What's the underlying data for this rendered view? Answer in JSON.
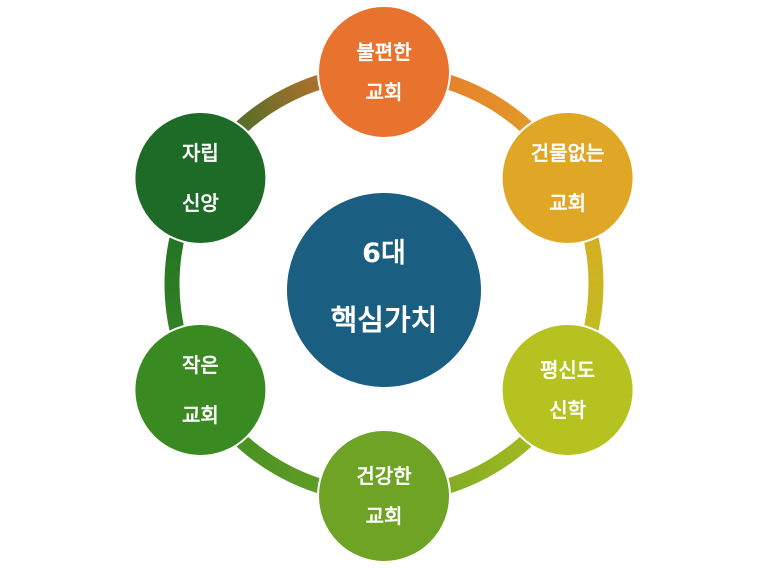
{
  "center": {
    "lines": [
      "6대",
      "핵심가치"
    ],
    "color": "#1A5E82"
  },
  "nodes": [
    {
      "lines": [
        "불편한",
        "교회"
      ],
      "color": "#E8732F"
    },
    {
      "lines": [
        "건물없는",
        "교회"
      ],
      "color": "#E0A726"
    },
    {
      "lines": [
        "평신도",
        "신학"
      ],
      "color": "#B6C21F"
    },
    {
      "lines": [
        "건강한",
        "교회"
      ],
      "color": "#6FA326"
    },
    {
      "lines": [
        "작은",
        "교회"
      ],
      "color": "#3A8A22"
    },
    {
      "lines": [
        "자립",
        "신앙"
      ],
      "color": "#1D6B26"
    }
  ]
}
